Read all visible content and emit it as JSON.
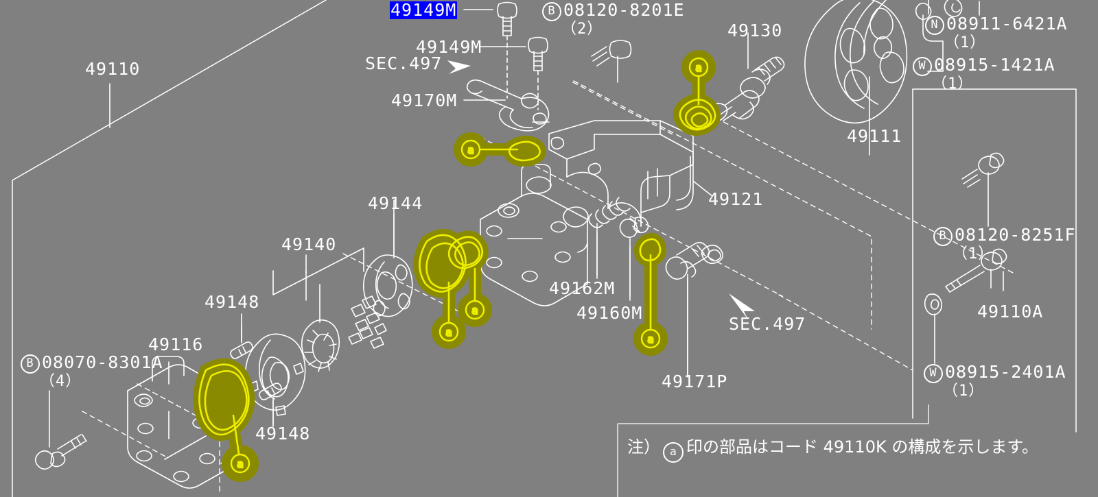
{
  "diagram": {
    "title": "Power Steering Oil Pump exploded parts diagram",
    "background_color": "#808080",
    "line_color": "#ffffff",
    "highlight_color": "#d4d400",
    "highlight_halo_color": "#8a8a00",
    "selection_color": "#0000ff",
    "selected_part": "49149M"
  },
  "labels": {
    "top_selected": "49149M",
    "l_49149m_2": "49149M",
    "l_sec497_top": "SEC.497",
    "l_49170m": "49170M",
    "l_49110": "49110",
    "l_49130": "49130",
    "l_49111": "49111",
    "l_49121": "49121",
    "l_49144": "49144",
    "l_49140": "49140",
    "l_49148_a": "49148",
    "l_49148_b": "49148",
    "l_49116": "49116",
    "l_49162m": "49162M",
    "l_49160m": "49160M",
    "l_49171p": "49171P",
    "l_sec497_bottom": "SEC.497",
    "l_49110a": "49110A"
  },
  "hardware": [
    {
      "id": "hw-08120-8201E",
      "badge": "B",
      "code": "08120-8201E",
      "qty": "（2）"
    },
    {
      "id": "hw-08911-6421A",
      "badge": "N",
      "code": "08911-6421A",
      "qty": "（1）"
    },
    {
      "id": "hw-08915-1421A",
      "badge": "W",
      "code": "08915-1421A",
      "qty": "（1）"
    },
    {
      "id": "hw-08120-8251F",
      "badge": "B",
      "code": "08120-8251F",
      "qty": "（1）"
    },
    {
      "id": "hw-08915-2401A",
      "badge": "W",
      "code": "08915-2401A",
      "qty": "（1）"
    },
    {
      "id": "hw-08070-8301A",
      "badge": "B",
      "code": "08070-8301A",
      "qty": "（4）"
    }
  ],
  "note": {
    "prefix": "注）",
    "marker": "a",
    "text": "印の部品はコード 49110K の構成を示します。"
  }
}
